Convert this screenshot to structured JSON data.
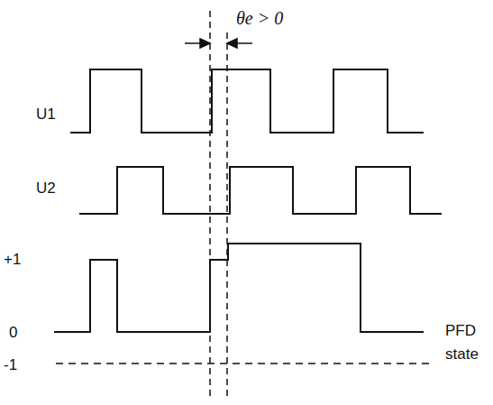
{
  "diagram": {
    "labels": [
      "θe > 0",
      "U1",
      "U2",
      "+1",
      "0",
      "-1",
      "PFD",
      "state"
    ]
  }
}
